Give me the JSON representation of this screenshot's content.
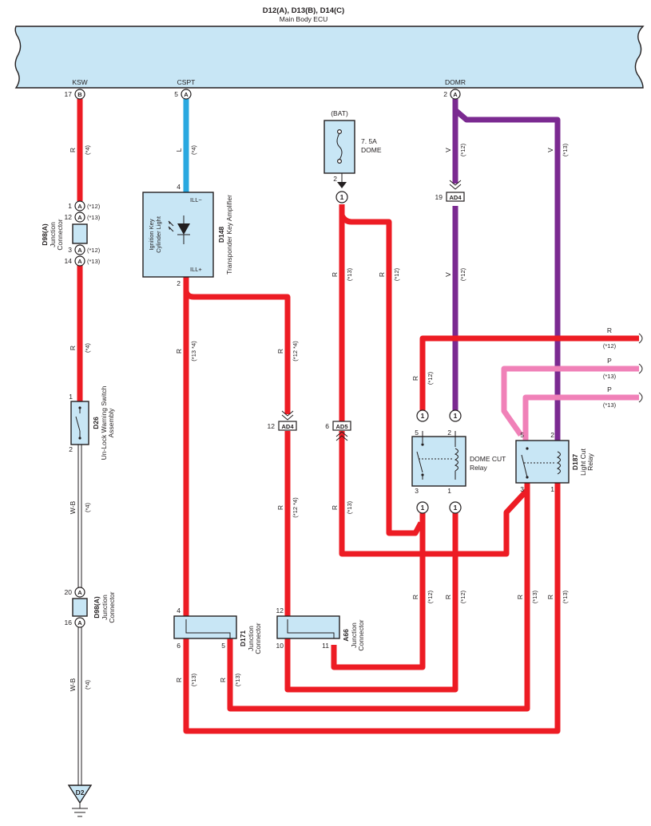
{
  "ecu": {
    "codes": "D12(A), D13(B), D14(C)",
    "name": "Main Body ECU"
  },
  "terminals": {
    "ksw": "KSW",
    "cspt": "CSPT",
    "domr": "DOMR"
  },
  "ecu_pins": {
    "ksw": "17",
    "cspt": "5",
    "domr": "2"
  },
  "pin_letters": {
    "a": "A",
    "b": "B"
  },
  "wire_colors": {
    "r": "R",
    "l": "L",
    "v": "V",
    "wb": "W-B",
    "p": "P"
  },
  "notes": {
    "n4": "(*4)",
    "n12": "(*12)",
    "n13": "(*13)",
    "n13_4": "(*13 *4)",
    "n12_4": "(*12 *4)"
  },
  "d98_top": {
    "code": "D98(A)",
    "name1": "Junction",
    "name2": "Connector",
    "pins": [
      "1",
      "12",
      "3",
      "14"
    ]
  },
  "d148": {
    "code": "D148",
    "name": "Transponder Key Amplifier",
    "part1": "Ignition Key",
    "part2": "Cylinder Light",
    "ill_minus": "ILL−",
    "ill_plus": "ILL+",
    "pin_in": "4",
    "pin_out": "2"
  },
  "fuse": {
    "bat": "(BAT)",
    "rating": "7. 5A",
    "name": "DOME",
    "pin": "2",
    "conn": "1"
  },
  "ad4_top": {
    "label": "AD4",
    "pin": "19"
  },
  "ad4_mid": {
    "label": "AD4",
    "pin": "12"
  },
  "ad5": {
    "label": "AD5",
    "pin": "6"
  },
  "d26": {
    "code": "D26",
    "name1": "Un-Lock Warning Switch",
    "name2": "Assembly",
    "pin_top": "1",
    "pin_bottom": "2"
  },
  "d98_bottom": {
    "code": "D98(A)",
    "name1": "Junction",
    "name2": "Connector",
    "pins": [
      "20",
      "16"
    ]
  },
  "dome_cut": {
    "name1": "DOME CUT",
    "name2": "Relay",
    "pins": [
      "5",
      "2",
      "3",
      "1"
    ],
    "conn": "1"
  },
  "d187": {
    "code": "D187",
    "name1": "Light Cut",
    "name2": "Relay",
    "pins": [
      "5",
      "2",
      "3",
      "1"
    ]
  },
  "d171": {
    "code": "D171",
    "name1": "Junction",
    "name2": "Connector",
    "pins": [
      "4",
      "6",
      "5"
    ]
  },
  "a66": {
    "code": "A66",
    "name1": "Junction",
    "name2": "Connector",
    "pins": [
      "12",
      "10",
      "11"
    ]
  },
  "right_wires": [
    {
      "color": "R",
      "note": "(*12)"
    },
    {
      "color": "P",
      "note": "(*13)"
    },
    {
      "color": "P",
      "note": "(*13)"
    }
  ],
  "ground": {
    "label": "D2"
  },
  "colors": {
    "red": "#ed1c24",
    "blue": "#29a8e0",
    "violet": "#7b2a91",
    "pink": "#f081b8",
    "ecu_fill": "#c8e6f5"
  }
}
